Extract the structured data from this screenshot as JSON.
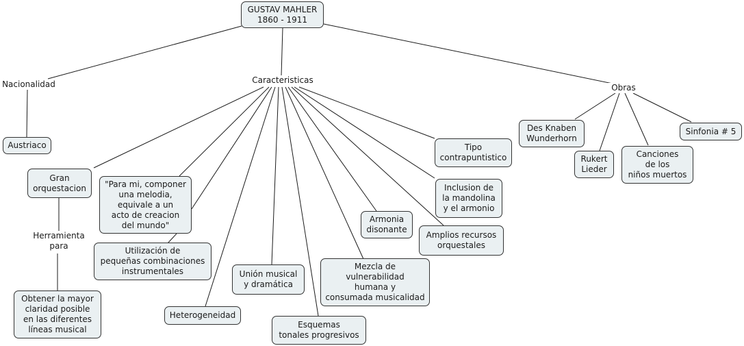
{
  "root": {
    "label": "GUSTAV MAHLER\n1860 - 1911"
  },
  "linking_phrases": {
    "nacionalidad": "Nacionalidad",
    "caracteristicas": "Caracteristicas",
    "obras": "Obras",
    "herramienta": "Herramienta\npara"
  },
  "nacionalidad": {
    "austriaco": "Austriaco"
  },
  "caracteristicas": {
    "gran_orquestacion": "Gran\norquestacion",
    "quote": "\"Para mi, componer\nuna melodia,\nequivale a un\nacto de creacion\ndel mundo\"",
    "utilizacion": "Utilización de\npequeñas combinaciones\ninstrumentales",
    "heterogeneidad": "Heterogeneidad",
    "union": "Unión musical\ny dramática",
    "esquemas": "Esquemas\ntonales progresivos",
    "mezcla": "Mezcla de\nvulnerabilidad\nhumana y\nconsumada musicalidad",
    "armonia": "Armonia\ndisonante",
    "amplios": "Amplios recursos\norquestales",
    "inclusion": "Inclusion de\nla mandolina\ny el armonio",
    "tipo": "Tipo\ncontrapuntistico"
  },
  "herramienta": {
    "obtener": "Obtener la mayor\nclaridad posible\nen las diferentes\nlíneas musical"
  },
  "obras": {
    "des_knaben": "Des Knaben\nWunderhorn",
    "rukert": "Rukert\nLieder",
    "canciones": "Canciones\nde los\nniños muertos",
    "sinfonia": "Sinfonia # 5"
  }
}
